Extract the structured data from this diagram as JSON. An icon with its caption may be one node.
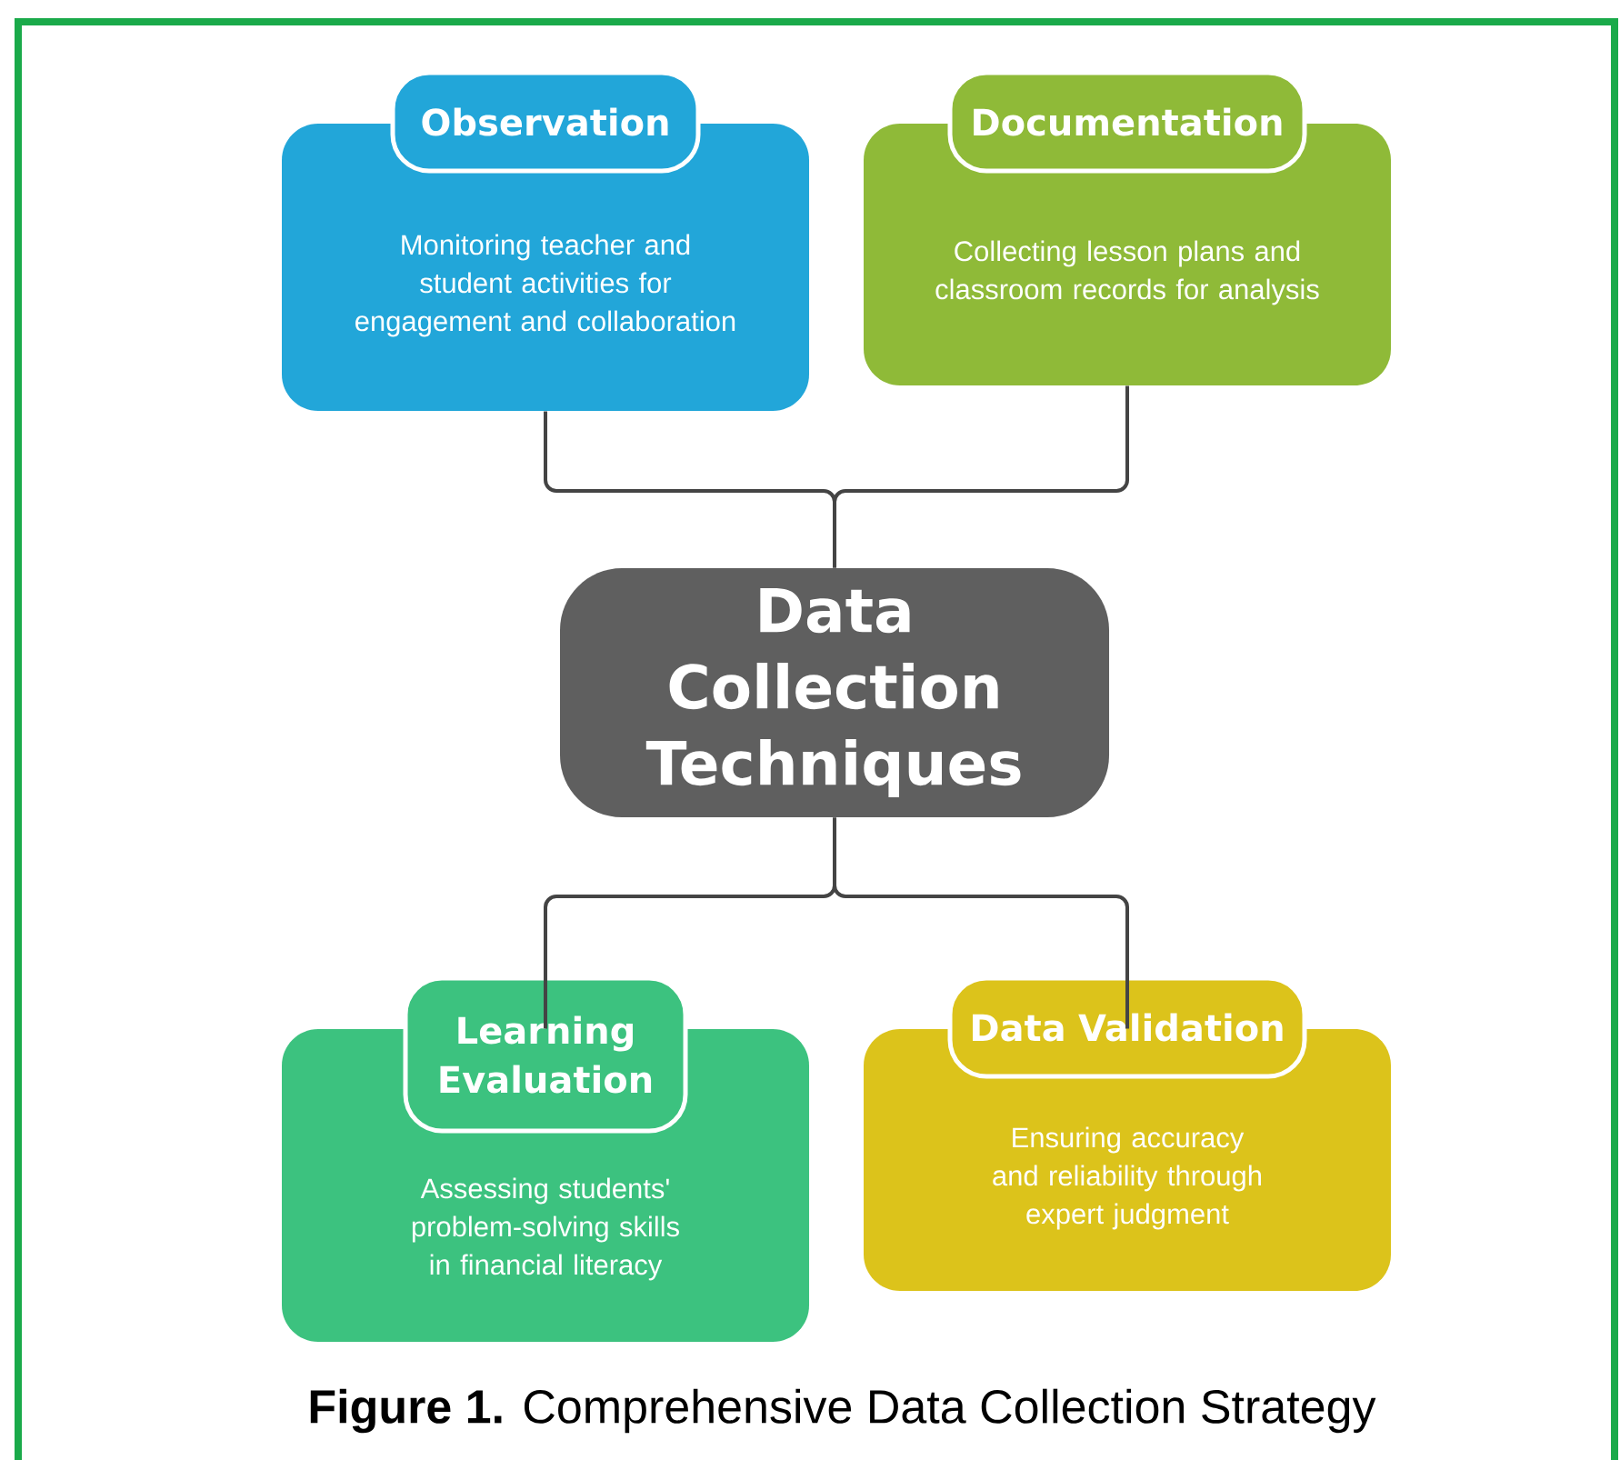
{
  "diagram": {
    "caption": "**Figure 1.** Comprehensive Data Collection Strategy",
    "nodes": [
      {
        "text": [
          "Data Collection Techniques"
        ]
      },
      {
        "text": [
          "Observation",
          "Monitoring teacher and student activities for engagement and collaboration"
        ]
      },
      {
        "text": [
          "Documentation",
          "Collecting lesson plans and classroom records for analysis"
        ]
      },
      {
        "text": [
          "Learning Evaluation",
          "Assessing students' problem-solving skills in financial literacy"
        ]
      },
      {
        "text": [
          "Data Validation",
          "Ensuring accuracy and reliability through expert judgment"
        ]
      }
    ],
    "edges": [
      {
        "from": 0,
        "to": 1,
        "arrow": "none"
      },
      {
        "from": 0,
        "to": 2,
        "arrow": "none"
      },
      {
        "from": 0,
        "to": 3,
        "arrow": "none"
      },
      {
        "from": 0,
        "to": 4,
        "arrow": "none"
      }
    ]
  }
}
